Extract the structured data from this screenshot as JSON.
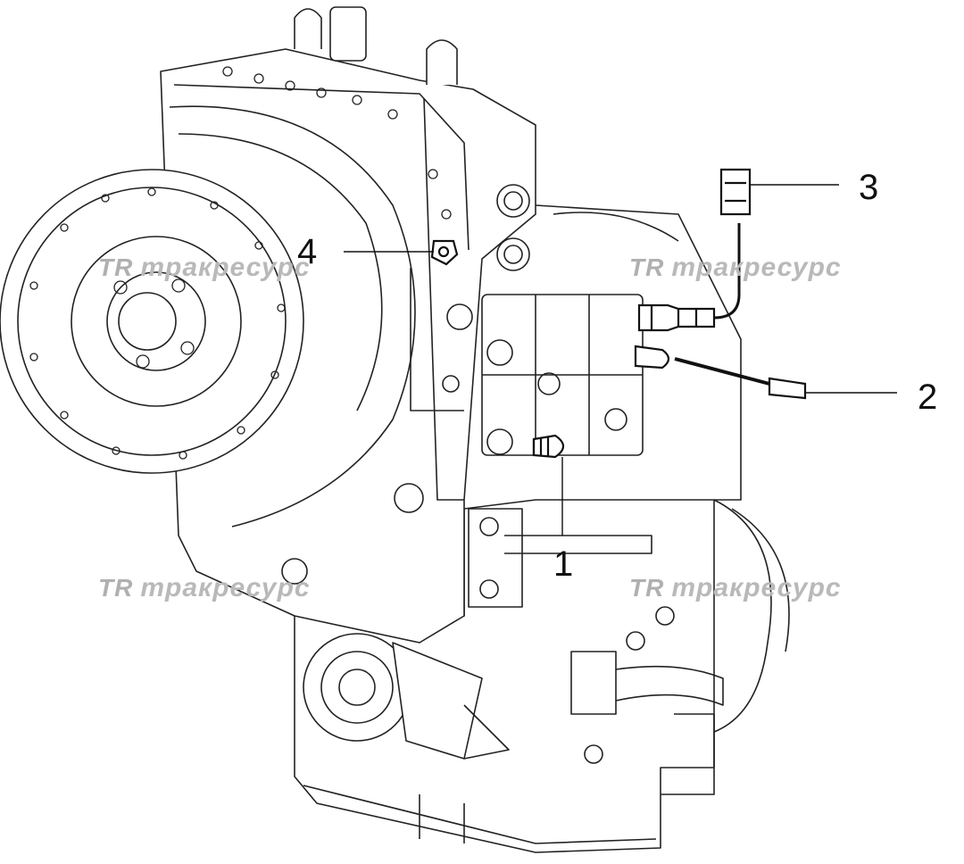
{
  "callouts": {
    "c1": "1",
    "c2": "2",
    "c3": "3",
    "c4": "4"
  },
  "watermark": {
    "logo": "TR",
    "text": "тракресурс"
  },
  "colors": {
    "line": "#222222",
    "sensor": "#111111",
    "watermark": "#b9b9b9"
  }
}
